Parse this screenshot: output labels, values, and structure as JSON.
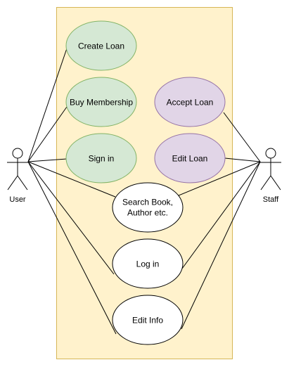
{
  "colors": {
    "system_boundary_fill": "#fff2cc",
    "system_boundary_stroke": "#d6b656",
    "green_fill": "#d5e8d4",
    "green_stroke": "#82b366",
    "purple_fill": "#e1d5e7",
    "purple_stroke": "#9673a6",
    "white_fill": "#ffffff",
    "line": "#000000"
  },
  "actors": {
    "user": {
      "label": "User"
    },
    "staff": {
      "label": "Staff"
    }
  },
  "use_cases": {
    "create_loan": {
      "label": "Create Loan",
      "style": "green"
    },
    "buy_membership": {
      "label": "Buy Membership",
      "style": "green"
    },
    "sign_in": {
      "label": "Sign in",
      "style": "green"
    },
    "accept_loan": {
      "label": "Accept Loan",
      "style": "purple"
    },
    "edit_loan": {
      "label": "Edit Loan",
      "style": "purple"
    },
    "search_book": {
      "label_line1": "Search Book,",
      "label_line2": "Author etc.",
      "style": "white"
    },
    "log_in": {
      "label": "Log in",
      "style": "white"
    },
    "edit_info": {
      "label": "Edit Info",
      "style": "white"
    }
  },
  "associations": [
    {
      "actor": "user",
      "use_case": "create_loan"
    },
    {
      "actor": "user",
      "use_case": "buy_membership"
    },
    {
      "actor": "user",
      "use_case": "sign_in"
    },
    {
      "actor": "user",
      "use_case": "search_book"
    },
    {
      "actor": "user",
      "use_case": "log_in"
    },
    {
      "actor": "user",
      "use_case": "edit_info"
    },
    {
      "actor": "staff",
      "use_case": "accept_loan"
    },
    {
      "actor": "staff",
      "use_case": "edit_loan"
    },
    {
      "actor": "staff",
      "use_case": "search_book"
    },
    {
      "actor": "staff",
      "use_case": "log_in"
    },
    {
      "actor": "staff",
      "use_case": "edit_info"
    }
  ]
}
